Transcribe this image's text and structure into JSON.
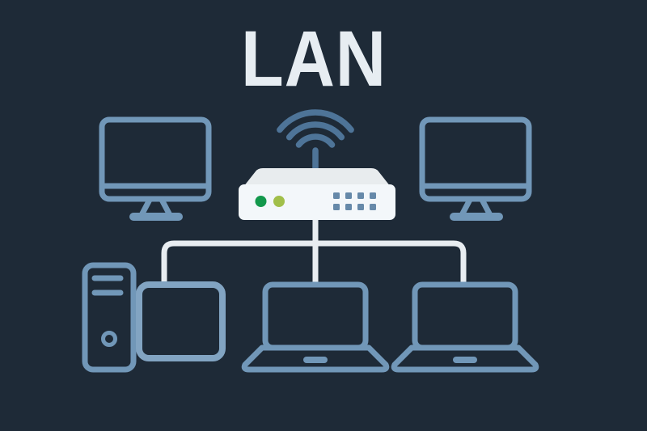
{
  "title": "LAN",
  "colors": {
    "background": "#1e2a37",
    "title_text": "#e7edf2",
    "device_outline": "#7197b8",
    "display_outline": "#82a4c2",
    "wifi_signal": "#4e7498",
    "cable": "#e8edf1",
    "router_top": "#e8ecee",
    "router_front": "#f3f7fa",
    "led_green": "#12984c",
    "led_yellow_green": "#a1bf4a",
    "ethernet_ports": "#6689a9"
  },
  "diagram": {
    "type": "local-area-network-topology",
    "nodes": [
      {
        "id": "desktop-monitor-left",
        "icon": "desktop-monitor-icon"
      },
      {
        "id": "wifi-router",
        "icon": "wifi-router-icon",
        "leds": 2,
        "ports": 8,
        "wifi_arcs": 3
      },
      {
        "id": "desktop-monitor-right",
        "icon": "desktop-monitor-icon"
      },
      {
        "id": "desktop-tower",
        "icon": "desktop-tower-icon"
      },
      {
        "id": "display-panel",
        "icon": "display-panel-icon"
      },
      {
        "id": "laptop-center",
        "icon": "laptop-icon"
      },
      {
        "id": "laptop-right",
        "icon": "laptop-icon"
      }
    ],
    "edges": [
      {
        "from": "wifi-router",
        "to": "display-panel",
        "kind": "wired"
      },
      {
        "from": "wifi-router",
        "to": "laptop-center",
        "kind": "wired"
      },
      {
        "from": "wifi-router",
        "to": "laptop-right",
        "kind": "wired"
      }
    ]
  }
}
